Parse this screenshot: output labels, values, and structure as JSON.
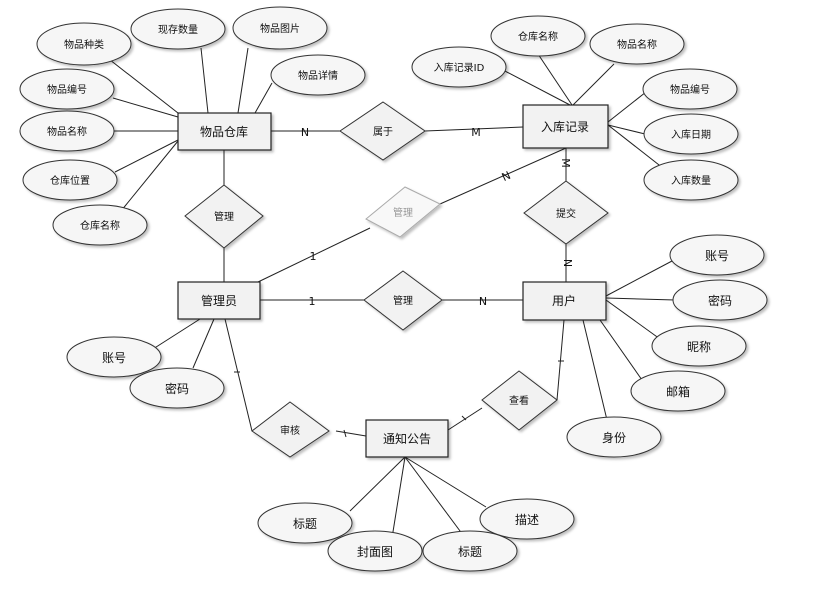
{
  "entities": {
    "warehouse": "物品仓库",
    "inbound": "入库记录",
    "admin": "管理员",
    "user": "用户",
    "notice": "通知公告"
  },
  "relationships": {
    "belongs": "属于",
    "manage_wh": "管理",
    "manage_in": "管理",
    "manage_user": "管理",
    "submit": "提交",
    "review": "审核",
    "view": "查看"
  },
  "attributes": {
    "warehouse": [
      "物品种类",
      "现存数量",
      "物品图片",
      "物品详情",
      "物品编号",
      "物品名称",
      "仓库位置",
      "仓库名称"
    ],
    "inbound": [
      "仓库名称",
      "物品名称",
      "入库记录ID",
      "物品编号",
      "入库日期",
      "入库数量"
    ],
    "admin": [
      "账号",
      "密码"
    ],
    "user": [
      "账号",
      "密码",
      "昵称",
      "邮箱",
      "身份"
    ],
    "notice": [
      "标题",
      "描述",
      "封面图",
      "标题"
    ]
  },
  "cardinalities": {
    "belongs_left": "N",
    "belongs_right": "M",
    "submit_top": "M",
    "submit_bottom": "N",
    "admin_inbound_left": "1",
    "admin_inbound_right": "N",
    "admin_user_left": "1",
    "admin_user_right": "N"
  }
}
